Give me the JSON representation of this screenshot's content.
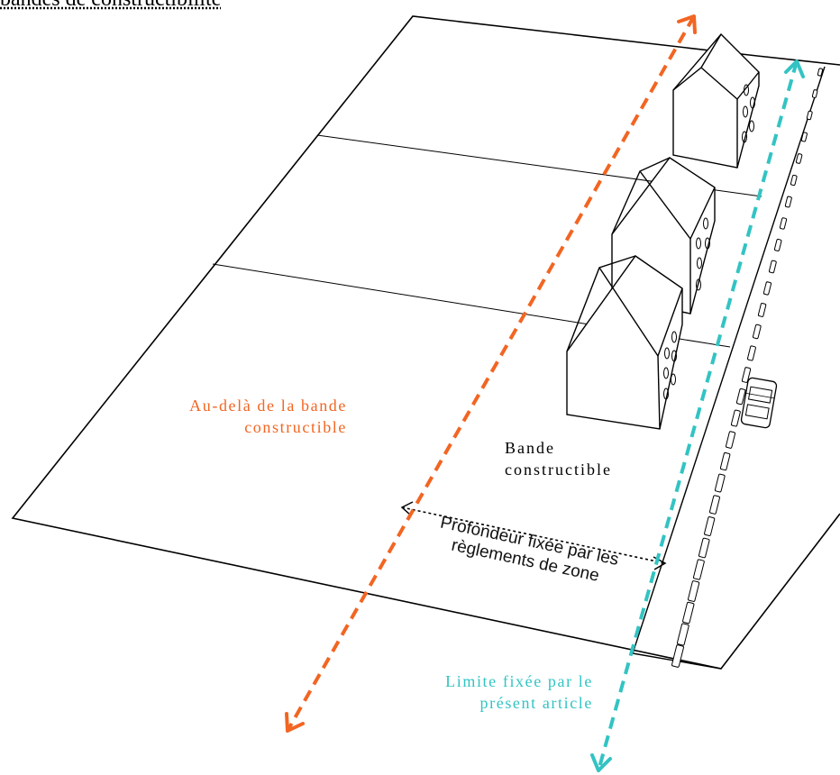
{
  "header": {
    "title": "bandes de constructibilité"
  },
  "labels": {
    "beyond_line1": "Au-delà de la bande",
    "beyond_line2": "constructible",
    "band_line1": "Bande",
    "band_line2": "constructible",
    "depth_line1": "Profondeur fixée par les",
    "depth_line2": "règlements de zone",
    "limit_line1": "Limite fixée par le",
    "limit_line2": "présent article"
  },
  "colors": {
    "orange": "#F26522",
    "teal": "#33C3C3",
    "outline": "#000000"
  },
  "icons": {
    "orange_arrow": "double-headed-dashed-arrow",
    "teal_arrow": "double-headed-dashed-arrow",
    "depth_arrow": "double-headed-dotted-arrow",
    "car": "car-top-view"
  }
}
